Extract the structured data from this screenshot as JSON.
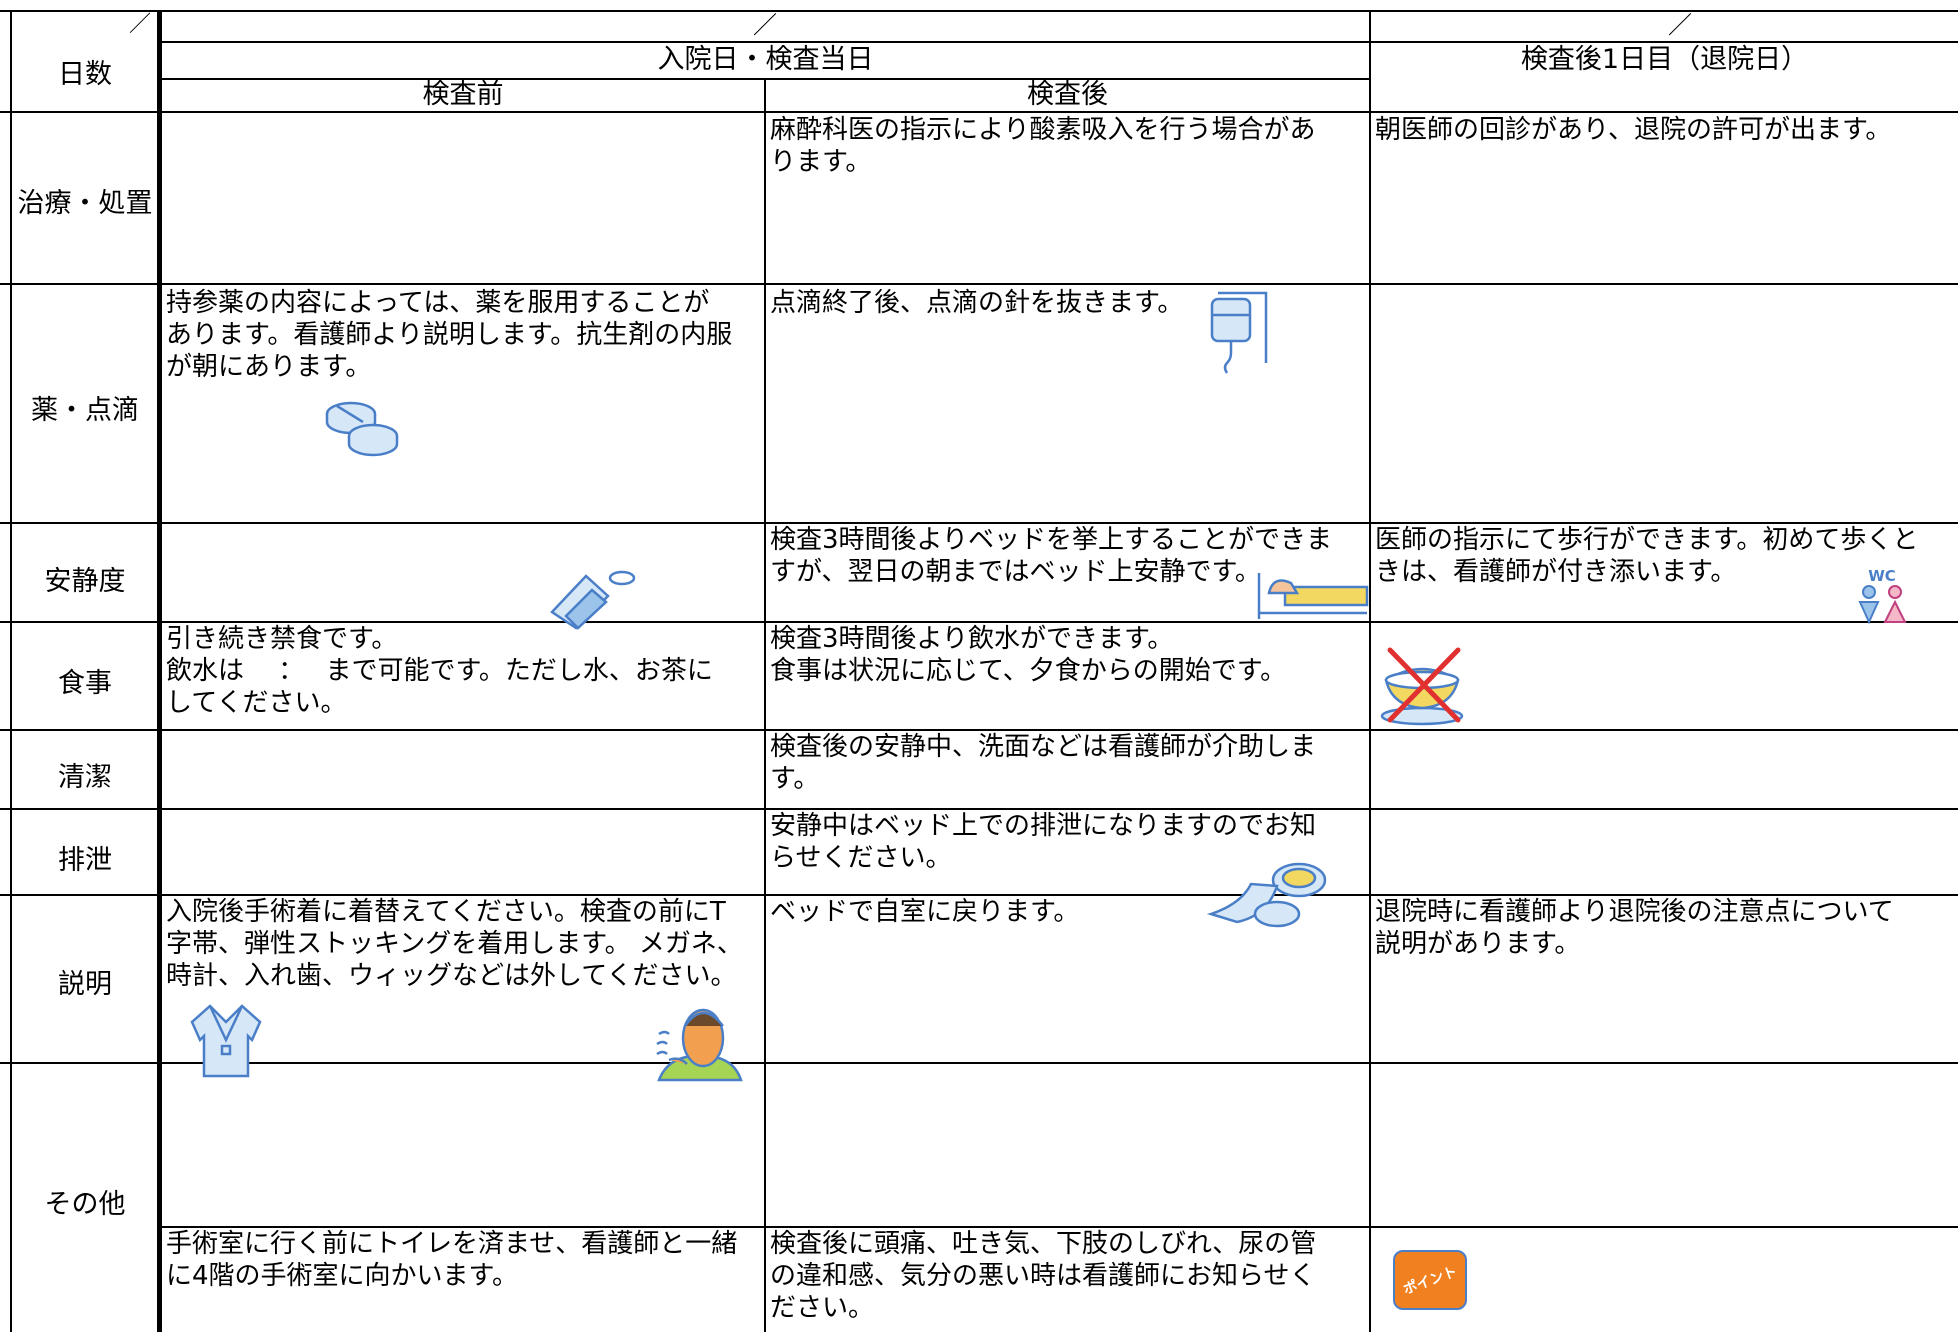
{
  "header": {
    "days_label": "日数",
    "admission_day": "入院日・検査当日",
    "day_after": "検査後1日目（退院日）",
    "before_exam": "検査前",
    "after_exam": "検査後",
    "date_marks": [
      "／",
      "／",
      "／"
    ]
  },
  "rows": [
    {
      "label": "治療・処置",
      "before": "",
      "after": "麻酔科医の指示により酸素吸入を行う場合があ\nります。",
      "next": "朝医師の回診があり、退院の許可が出ます。"
    },
    {
      "label": "薬・点滴",
      "before": "持参薬の内容によっては、薬を服用することが\nあります。看護師より説明します。抗生剤の内服\nが朝にあります。",
      "after": "点滴終了後、点滴の針を抜きます。",
      "next": ""
    },
    {
      "label": "安静度",
      "before": "",
      "after": "検査3時間後よりベッドを挙上することができま\nすが、翌日の朝まではベッド上安静です。",
      "next": "医師の指示にて歩行ができます。初めて歩くと\nきは、看護師が付き添います。"
    },
    {
      "label": "食事",
      "before": "引き続き禁食です。\n飲水は　 ：　 まで可能です。ただし水、お茶に\nしてください。",
      "after": "検査3時間後より飲水ができます。\n食事は状況に応じて、夕食からの開始です。",
      "next": ""
    },
    {
      "label": "清潔",
      "before": "",
      "after": "検査後の安静中、洗面などは看護師が介助しま\nす。",
      "next": ""
    },
    {
      "label": "排泄",
      "before": "",
      "after": "安静中はベッド上での排泄になりますのでお知\nらせください。",
      "next": ""
    },
    {
      "label": "説明",
      "before": "入院後手術着に着替えてください。検査の前にT\n字帯、弾性ストッキングを着用します。 メガネ、\n時計、入れ歯、ウィッグなどは外してください。",
      "after": "ベッドで自室に戻ります。",
      "next": "退院時に看護師より退院後の注意点について\n説明があります。"
    },
    {
      "label": "その他",
      "before": "手術室に行く前にトイレを済ませ、看護師と一緒\nに4階の手術室に向かいます。",
      "after": "検査後に頭痛、吐き気、下肢のしびれ、尿の管\nの違和感、気分の悪い時は看護師にお知らせく\nださい。",
      "next": ""
    }
  ],
  "illustrations": {
    "wc_label": "WC",
    "point_label": "ポイント"
  },
  "colors": {
    "illustration_blue": "#4a7fc8",
    "illustration_fill": "#d6e8f8",
    "point_orange": "#f08020",
    "person_yellow": "#f2d860",
    "cross_red": "#e03030"
  }
}
